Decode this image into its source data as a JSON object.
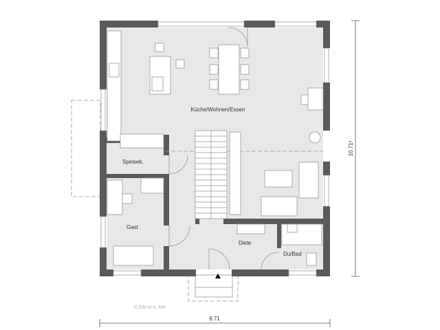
{
  "floor_plan": {
    "rooms": {
      "kitchen_living": "Küche/Wohnen/Essen",
      "pantry": "Speisek.",
      "guest": "Gast",
      "hall": "Diele",
      "bathroom": "Du/Bad"
    },
    "dimensions": {
      "width": "9.71",
      "depth": "10.71²"
    },
    "level": "-0.200 m ü. NN"
  },
  "colors": {
    "wall": "#5a5a5a",
    "floor": "#e8e8e8"
  }
}
